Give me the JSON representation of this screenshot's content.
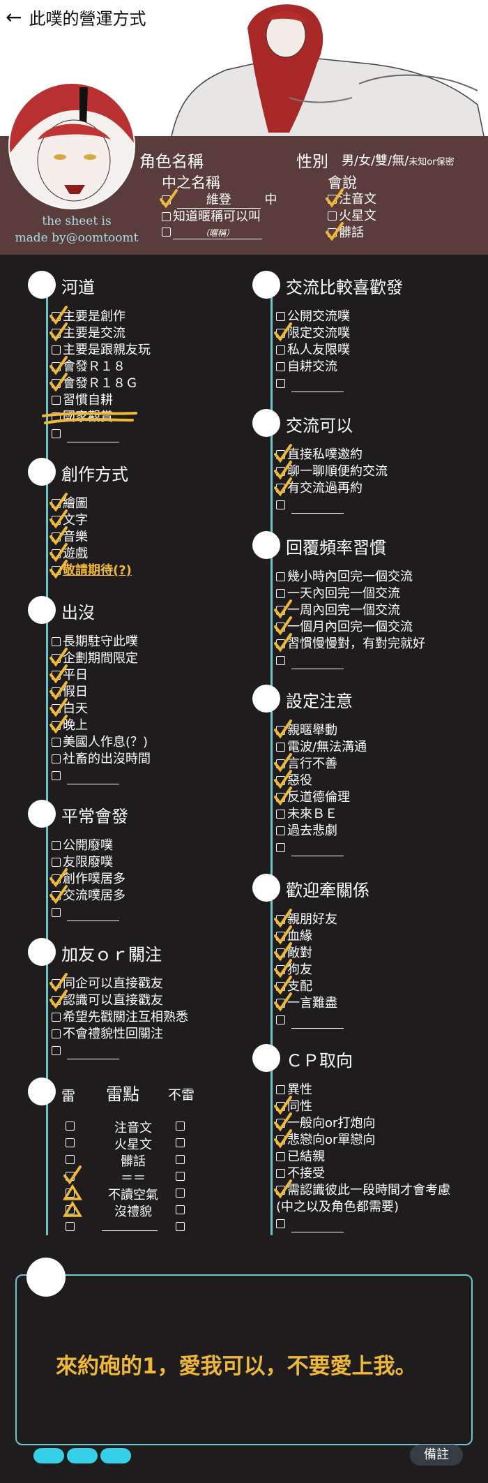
{
  "header": {
    "title": "此噗的營運方式",
    "credit_line1": "the sheet is",
    "credit_line2": "made by@oomtoomt"
  },
  "profile": {
    "role_name": "角色名稱",
    "gender_label": "性別",
    "gender_options": "男/女/雙/無/",
    "gender_small": "未知or保密",
    "nick_title": "中之名稱",
    "nick_value": "維登",
    "nick_suffix": "中",
    "nick_opt2": "知道暱稱可以叫",
    "nick_blank_hint": "（暱稱）",
    "lang_title": "會說",
    "lang_items": [
      "注音文",
      "火星文",
      "髒話"
    ]
  },
  "sections": {
    "s1": {
      "title": "河道",
      "items": [
        "主要是創作",
        "主要是交流",
        "主要是跟親友玩",
        "會發Ｒ１８",
        "會發Ｒ１８Ｇ",
        "習慣自耕",
        "國家觀賞"
      ]
    },
    "s2": {
      "title": "創作方式",
      "items": [
        "繪圖",
        "文字",
        "音樂",
        "遊戲",
        "敬請期待(?)"
      ]
    },
    "s3": {
      "title": "出沒",
      "items": [
        "長期駐守此噗",
        "企劃期間限定",
        "平日",
        "假日",
        "白天",
        "晚上",
        "美國人作息(？)",
        "社畜的出沒時間"
      ]
    },
    "s4": {
      "title": "平常會發",
      "items": [
        "公開廢噗",
        "友限廢噗",
        "創作噗居多",
        "交流噗居多"
      ]
    },
    "s5": {
      "title": "加友ｏｒ關注",
      "items": [
        "同企可以直接戳友",
        "認識可以直接戳友",
        "希望先戳關注互相熟悉",
        "不會禮貌性回關注"
      ]
    },
    "s6": {
      "title": "雷點",
      "left": "雷",
      "right": "不雷",
      "items": [
        "注音文",
        "火星文",
        "髒話",
        "＝＝",
        "不讀空氣",
        "沒禮貌"
      ]
    },
    "r1": {
      "title": "交流比較喜歡發",
      "items": [
        "公開交流噗",
        "限定交流噗",
        "私人友限噗",
        "自耕交流"
      ]
    },
    "r2": {
      "title": "交流可以",
      "items": [
        "直接私噗邀約",
        "聊一聊順便約交流",
        "有交流過再約"
      ]
    },
    "r3": {
      "title": "回覆頻率習慣",
      "items": [
        "幾小時內回完一個交流",
        "一天內回完一個交流",
        "一周內回完一個交流",
        "一個月內回完一個交流",
        "習慣慢慢對，有對完就好"
      ]
    },
    "r4": {
      "title": "設定注意",
      "items": [
        "親暱舉動",
        "電波/無法溝通",
        "言行不善",
        "惡役",
        "反道德倫理",
        "未來ＢＥ",
        "過去悲劇"
      ]
    },
    "r5": {
      "title": "歡迎牽關係",
      "items": [
        "親朋好友",
        "血緣",
        "敵對",
        "狗友",
        "支配",
        "一言難盡"
      ]
    },
    "r6": {
      "title": "ＣＰ取向",
      "items": [
        "異性",
        "同性",
        "一般向or打炮向",
        "悲戀向or單戀向",
        "已結親",
        "不接受",
        "需認識彼此一段時間才會考慮",
        "(中之以及角色都需要)"
      ]
    }
  },
  "bottom": {
    "message": "來約砲的1，愛我可以，不要愛上我。",
    "notes_label": "備註"
  },
  "colors": {
    "accent": "#6fc5cf",
    "check": "#f0b838",
    "band": "#5a3d3b"
  }
}
